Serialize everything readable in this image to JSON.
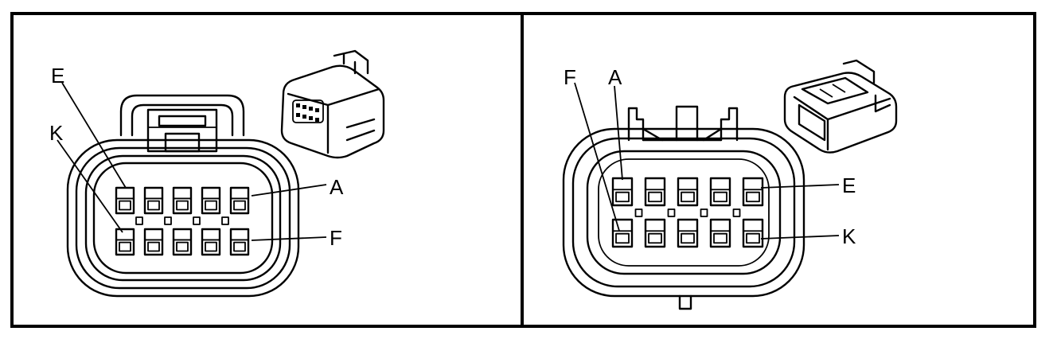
{
  "panels": [
    {
      "id": "left",
      "view": "front",
      "labels": {
        "top_left_1": "E",
        "top_left_2": "K",
        "right_top": "A",
        "right_bottom": "F"
      }
    },
    {
      "id": "right",
      "view": "front",
      "labels": {
        "top_left_1": "F",
        "top_left_2": "A",
        "right_top": "E",
        "right_bottom": "K"
      }
    }
  ],
  "connector": {
    "rows": 2,
    "columns": 5,
    "cavities": 10
  }
}
